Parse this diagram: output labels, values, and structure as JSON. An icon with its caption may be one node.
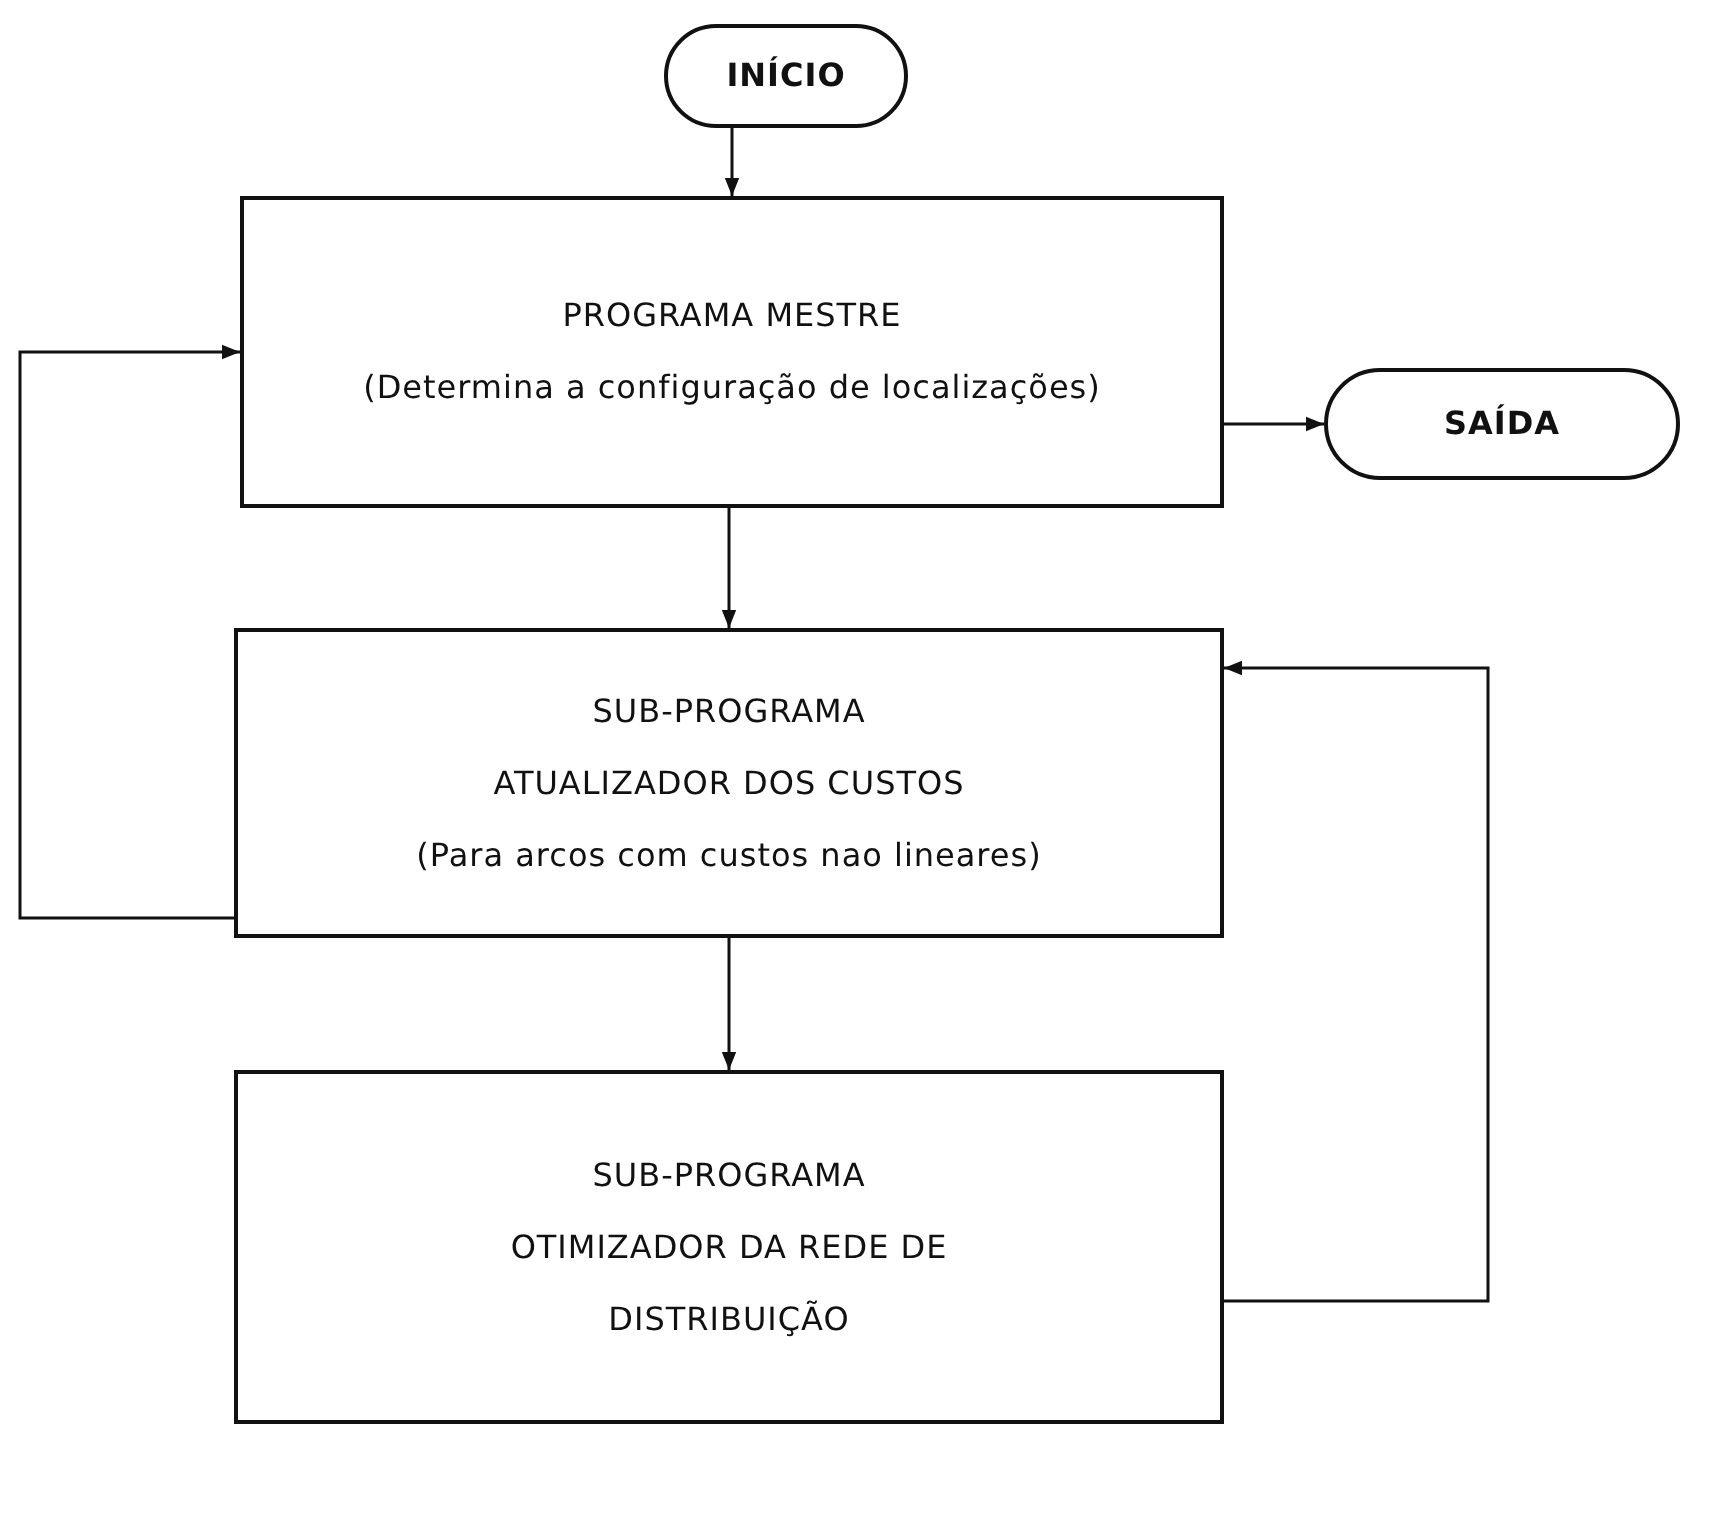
{
  "diagram": {
    "nodes": [
      {
        "text": [
          "INÍCIO"
        ]
      },
      {
        "text": [
          "PROGRAMA MESTRE",
          "(Determina a configuração de localizações)"
        ]
      },
      {
        "text": [
          "SAÍDA"
        ]
      },
      {
        "text": [
          "SUB-PROGRAMA",
          "ATUALIZADOR DOS CUSTOS",
          "(Para arcos com custos nao lineares)"
        ]
      },
      {
        "text": [
          "SUB-PROGRAMA",
          "OTIMIZADOR DA REDE DE DISTRIBUIÇÃO"
        ]
      }
    ],
    "edges": [
      {
        "from": 0,
        "to": 1,
        "arrow": "to"
      },
      {
        "from": 1,
        "to": 2,
        "arrow": "to"
      },
      {
        "from": 1,
        "to": 3,
        "arrow": "to"
      },
      {
        "from": 3,
        "to": 1,
        "arrow": "to"
      },
      {
        "from": 3,
        "to": 4,
        "arrow": "to"
      },
      {
        "from": 4,
        "to": 3,
        "arrow": "to"
      }
    ]
  }
}
